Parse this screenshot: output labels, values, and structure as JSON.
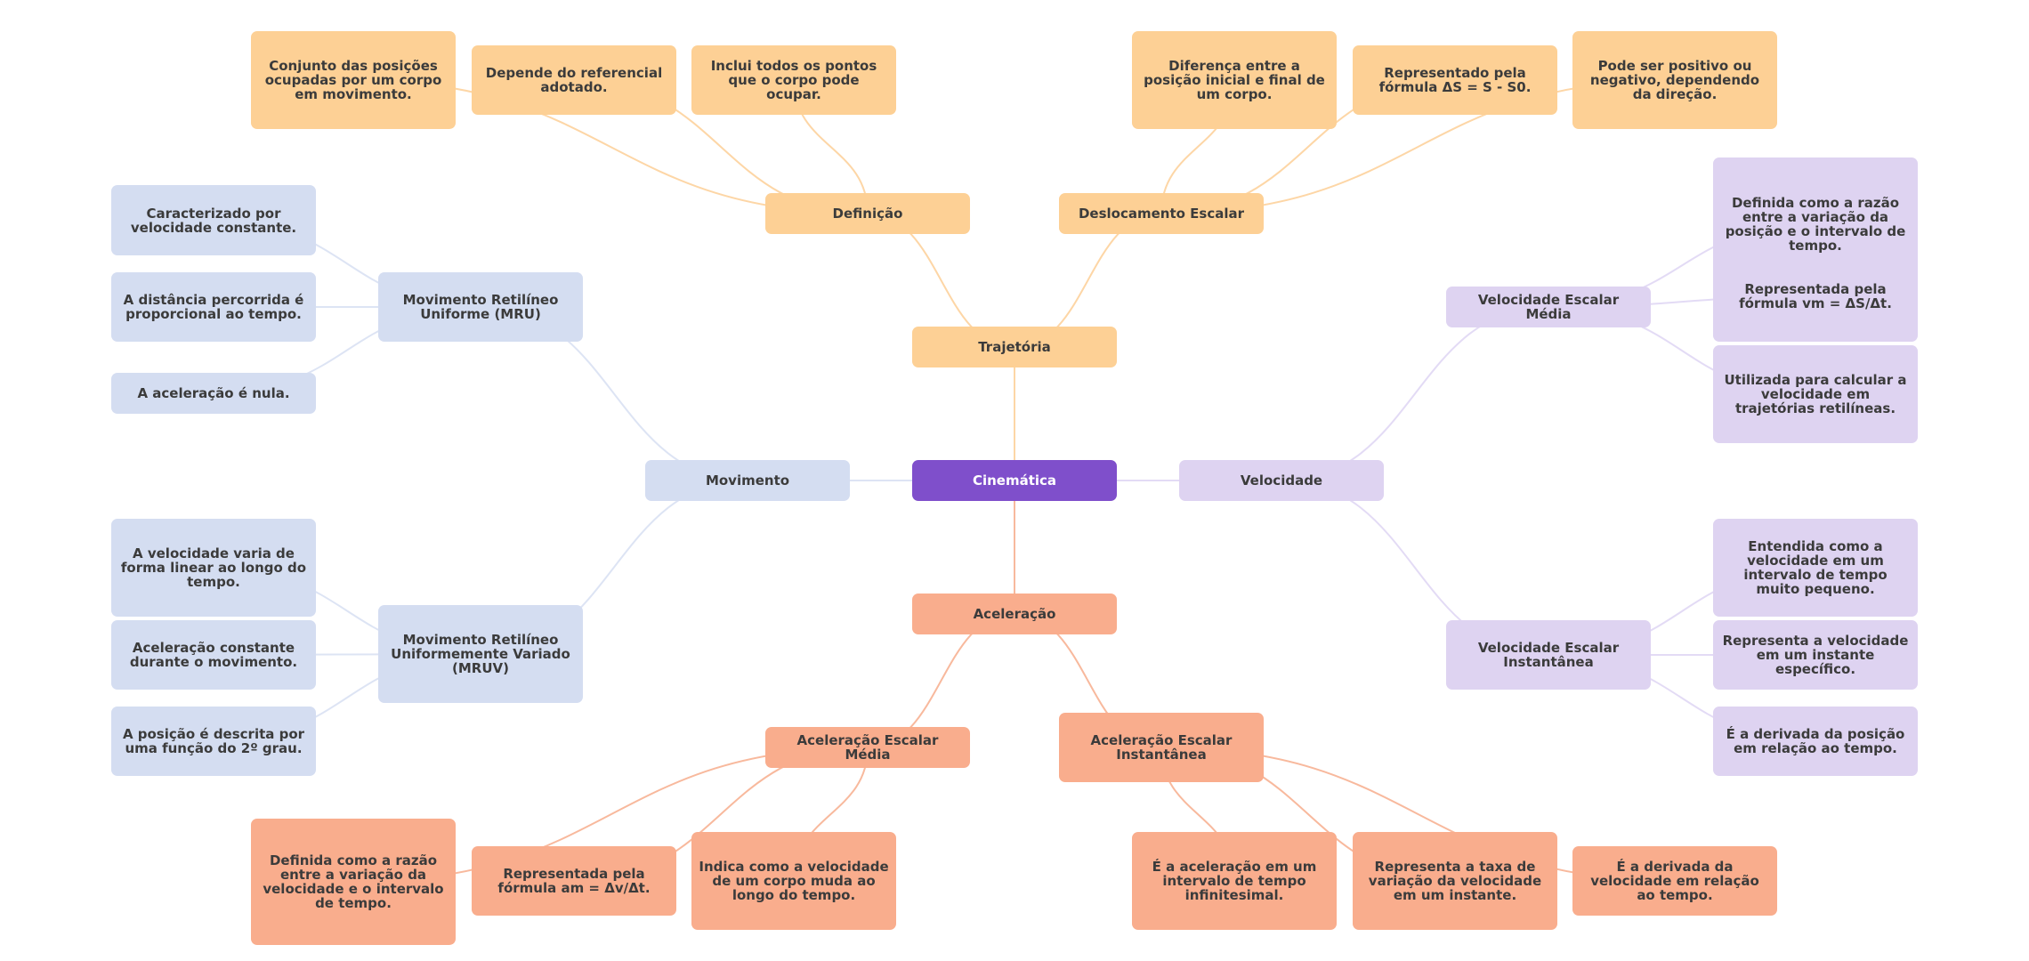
{
  "colors": {
    "root": "#7f4fcb",
    "trajetoria_branch": "#fdd095",
    "movimento_branch": "#d4ddf1",
    "velocidade_branch": "#ded3f1",
    "aceleracao_branch": "#f9ad8d",
    "text": "#3b3b3b",
    "edge_yellow": "#fdd6a6",
    "edge_blue": "#dde4f4",
    "edge_purple": "#e3dbf5",
    "edge_salmon": "#f8b99d"
  },
  "root": {
    "label": "Cinemática"
  },
  "nodes": {
    "trajetoria": {
      "label": "Trajetória"
    },
    "movimento": {
      "label": "Movimento"
    },
    "velocidade": {
      "label": "Velocidade"
    },
    "aceleracao": {
      "label": "Aceleração"
    },
    "definicao": {
      "label": "Definição"
    },
    "deslocamento": {
      "label": "Deslocamento Escalar"
    },
    "def_conjunto": {
      "label": "Conjunto das posições ocupadas por um corpo em movimento."
    },
    "def_depende": {
      "label": "Depende do referencial adotado."
    },
    "def_inclui": {
      "label": "Inclui todos os pontos que o corpo pode ocupar."
    },
    "desl_diferenca": {
      "label": "Diferença entre a posição inicial e final de um corpo."
    },
    "desl_formula": {
      "label": "Representado pela fórmula ΔS = S - S0."
    },
    "desl_sinal": {
      "label": "Pode ser positivo ou negativo, dependendo da direção."
    },
    "mru": {
      "label": "Movimento Retilíneo Uniforme (MRU)"
    },
    "mru_1": {
      "label": "Caracterizado por velocidade constante."
    },
    "mru_2": {
      "label": "A distância percorrida é proporcional ao tempo."
    },
    "mru_3": {
      "label": "A aceleração é nula."
    },
    "mruv": {
      "label": "Movimento Retilíneo Uniformemente Variado (MRUV)"
    },
    "mruv_1": {
      "label": "A velocidade varia de forma linear ao longo do tempo."
    },
    "mruv_2": {
      "label": "Aceleração constante durante o movimento."
    },
    "mruv_3": {
      "label": "A posição é descrita por uma função do 2º grau."
    },
    "vem": {
      "label": "Velocidade Escalar Média"
    },
    "vem_1": {
      "label": "Definida como a razão entre a variação da posição e o intervalo de tempo."
    },
    "vem_2": {
      "label": "Representada pela fórmula vm = ΔS/Δt."
    },
    "vem_3": {
      "label": "Utilizada para calcular a velocidade em trajetórias retilíneas."
    },
    "vei": {
      "label": "Velocidade Escalar Instantânea"
    },
    "vei_1": {
      "label": "Entendida como a velocidade em um intervalo de tempo muito pequeno."
    },
    "vei_2": {
      "label": "Representa a velocidade em um instante específico."
    },
    "vei_3": {
      "label": "É a derivada da posição em relação ao tempo."
    },
    "aem": {
      "label": "Aceleração Escalar Média"
    },
    "aem_1": {
      "label": "Definida como a razão entre a variação da velocidade e o intervalo de tempo."
    },
    "aem_2": {
      "label": "Representada pela fórmula am = Δv/Δt."
    },
    "aem_3": {
      "label": "Indica como a velocidade de um corpo muda ao longo do tempo."
    },
    "aei": {
      "label": "Aceleração Escalar Instantânea"
    },
    "aei_1": {
      "label": "É a aceleração em um intervalo de tempo infinitesimal."
    },
    "aei_2": {
      "label": "Representa a taxa de variação da velocidade em um instante."
    },
    "aei_3": {
      "label": "É a derivada da velocidade em relação ao tempo."
    }
  },
  "edges": [
    [
      "root",
      "trajetoria"
    ],
    [
      "root",
      "movimento"
    ],
    [
      "root",
      "velocidade"
    ],
    [
      "root",
      "aceleracao"
    ],
    [
      "trajetoria",
      "definicao"
    ],
    [
      "trajetoria",
      "deslocamento"
    ],
    [
      "definicao",
      "def_conjunto"
    ],
    [
      "definicao",
      "def_depende"
    ],
    [
      "definicao",
      "def_inclui"
    ],
    [
      "deslocamento",
      "desl_diferenca"
    ],
    [
      "deslocamento",
      "desl_formula"
    ],
    [
      "deslocamento",
      "desl_sinal"
    ],
    [
      "movimento",
      "mru"
    ],
    [
      "movimento",
      "mruv"
    ],
    [
      "mru",
      "mru_1"
    ],
    [
      "mru",
      "mru_2"
    ],
    [
      "mru",
      "mru_3"
    ],
    [
      "mruv",
      "mruv_1"
    ],
    [
      "mruv",
      "mruv_2"
    ],
    [
      "mruv",
      "mruv_3"
    ],
    [
      "velocidade",
      "vem"
    ],
    [
      "velocidade",
      "vei"
    ],
    [
      "vem",
      "vem_1"
    ],
    [
      "vem",
      "vem_2"
    ],
    [
      "vem",
      "vem_3"
    ],
    [
      "vei",
      "vei_1"
    ],
    [
      "vei",
      "vei_2"
    ],
    [
      "vei",
      "vei_3"
    ],
    [
      "aceleracao",
      "aem"
    ],
    [
      "aceleracao",
      "aei"
    ],
    [
      "aem",
      "aem_1"
    ],
    [
      "aem",
      "aem_2"
    ],
    [
      "aem",
      "aem_3"
    ],
    [
      "aei",
      "aei_1"
    ],
    [
      "aei",
      "aei_2"
    ],
    [
      "aei",
      "aei_3"
    ]
  ]
}
